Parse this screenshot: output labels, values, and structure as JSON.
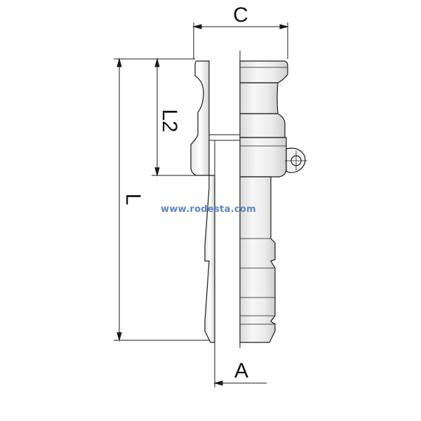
{
  "dimensions": {
    "c_label": "C",
    "l2_label": "L2",
    "l_label": "L",
    "a_label": "A"
  },
  "watermark": "www.rodesta.com",
  "colors": {
    "outline": "#1a1a1a",
    "body_light": "#f4f4f4",
    "body_mid": "#e3e3e3",
    "watermark": "#5a86c4"
  }
}
